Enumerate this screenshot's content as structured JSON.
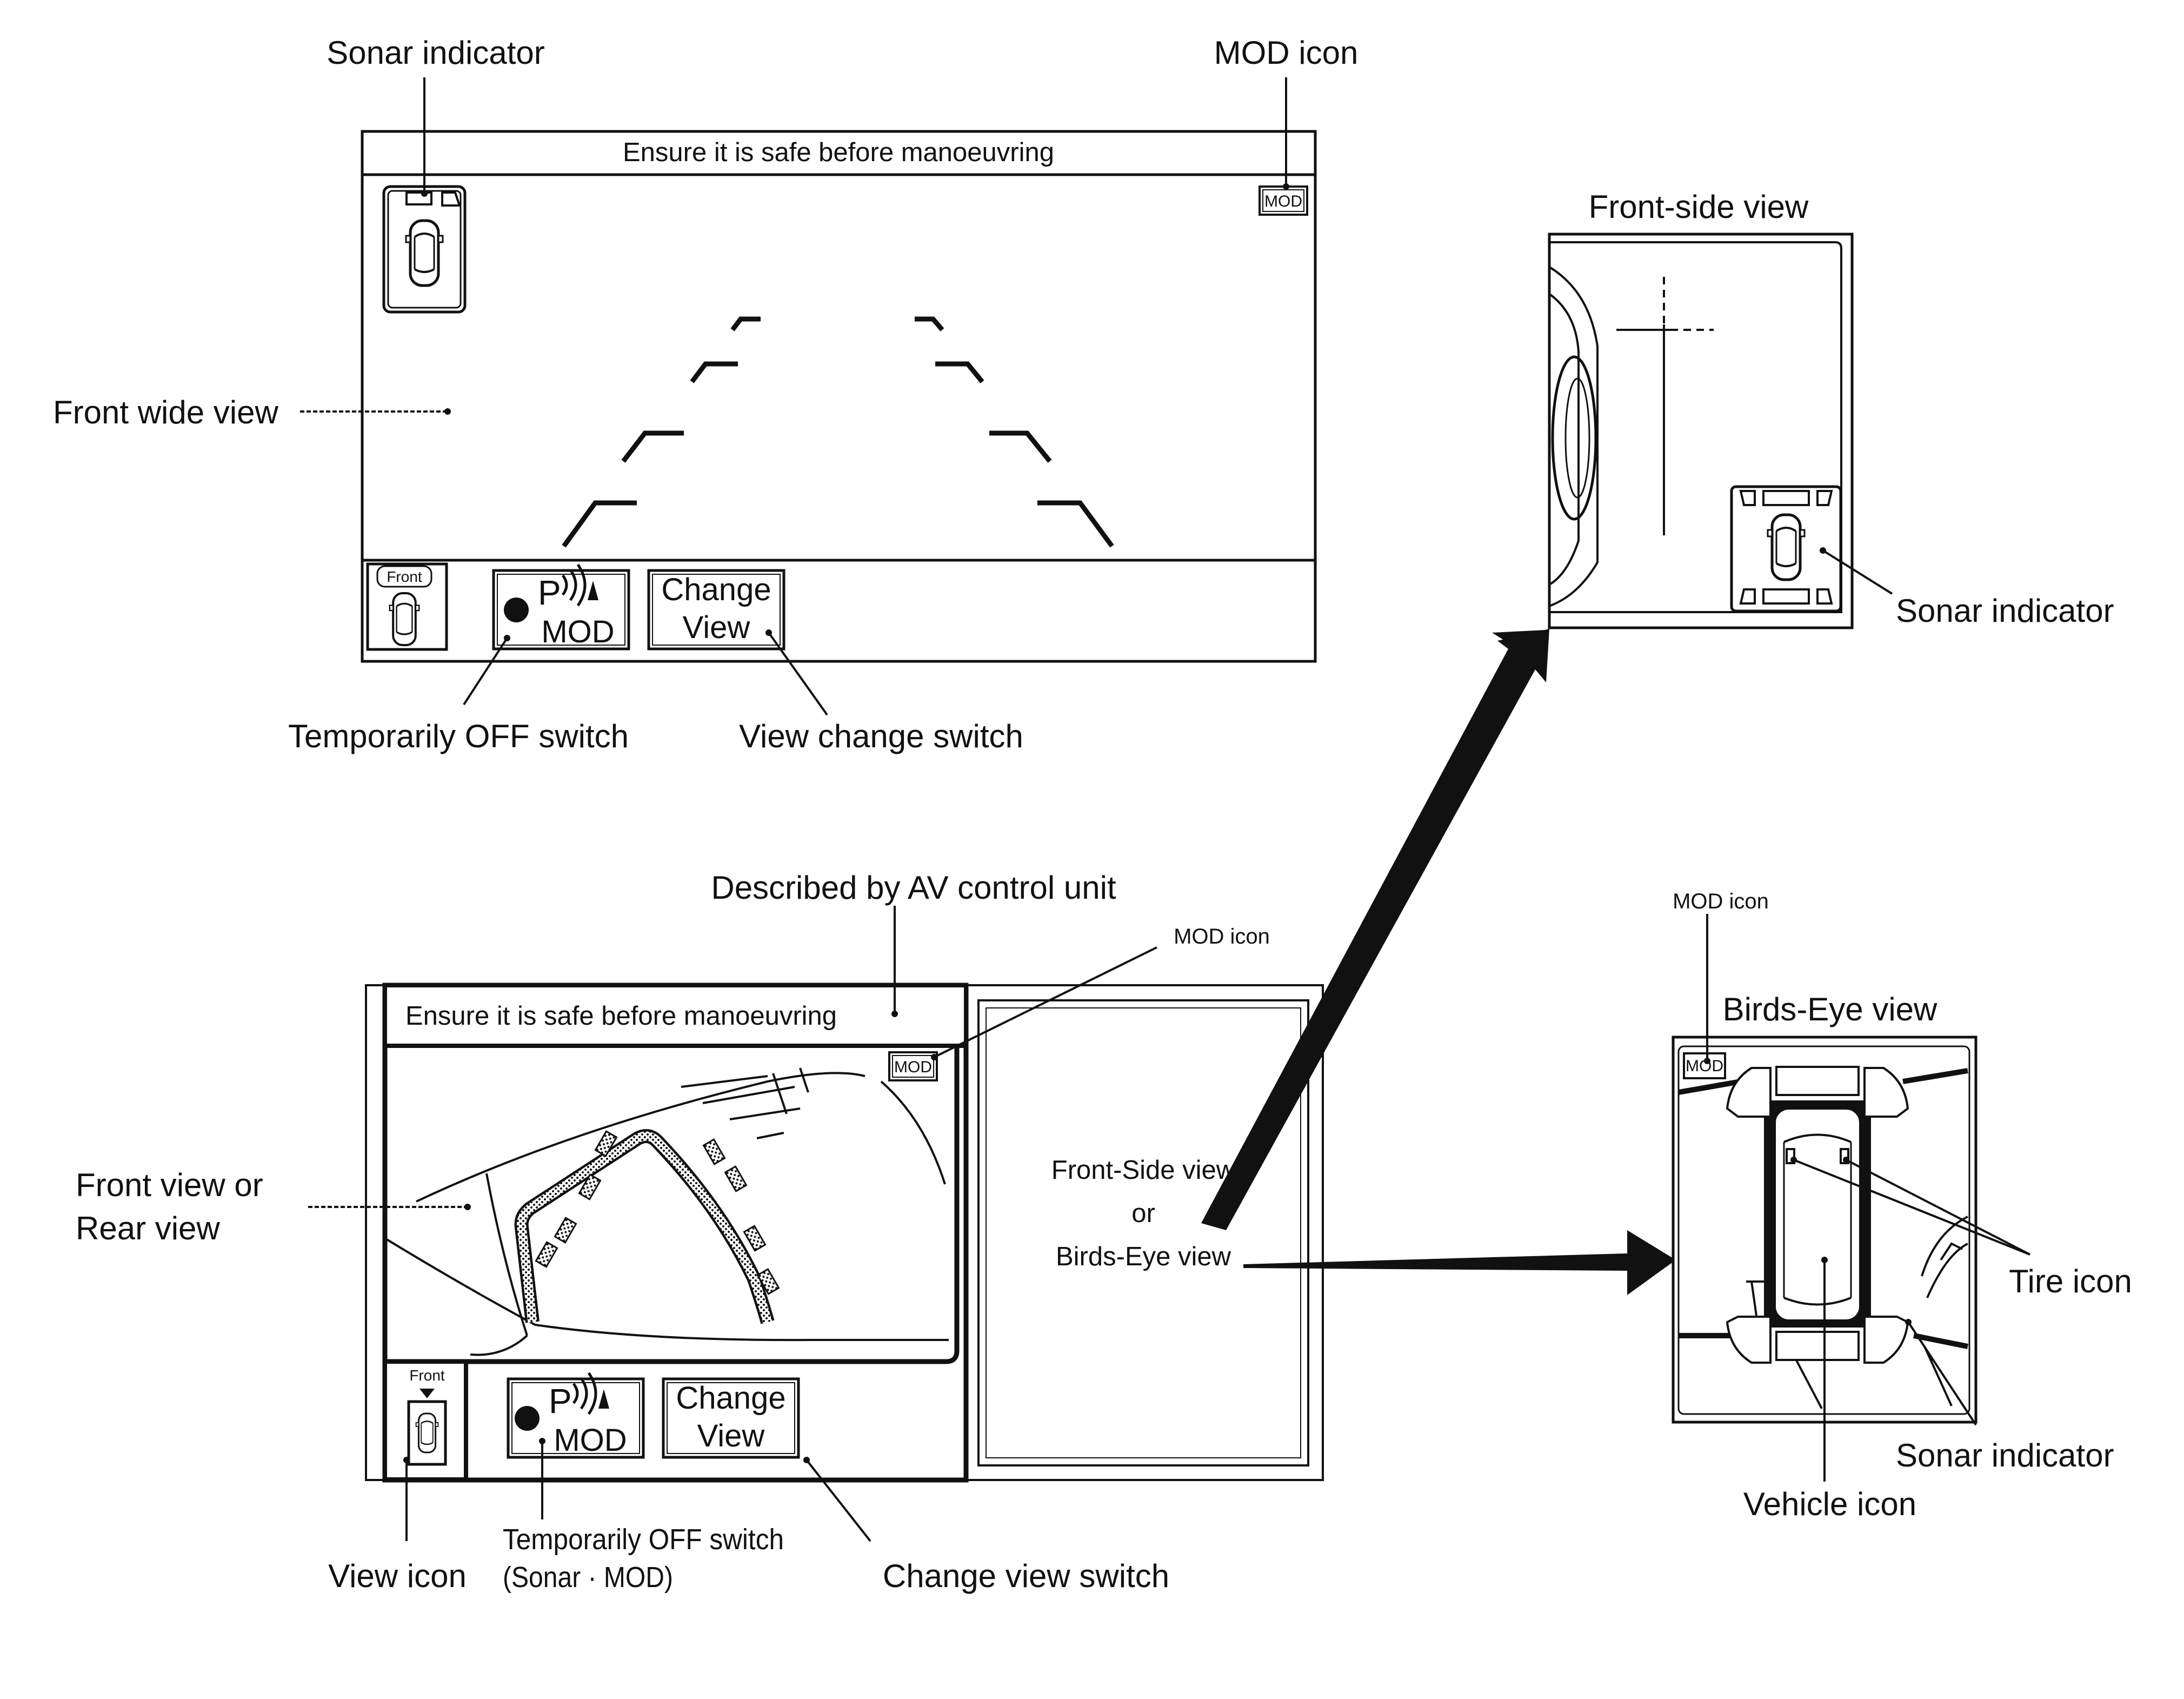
{
  "labels": {
    "sonar_indicator": "Sonar indicator",
    "mod_icon": "MOD icon",
    "front_wide_view": "Front wide view",
    "temporarily_off_switch": "Temporarily OFF switch",
    "view_change_switch": "View change switch",
    "front_side_view_title": "Front-side view",
    "described_by_av": "Described by AV control unit",
    "front_view_or": "Front view or",
    "rear_view": "Rear view",
    "front_side_option": "Front-Side view",
    "or": "or",
    "birds_eye_option": "Birds-Eye view",
    "birds_eye_title": "Birds-Eye view",
    "tire_icon": "Tire icon",
    "vehicle_icon": "Vehicle icon",
    "view_icon": "View icon",
    "temp_off_sonar_mod_1": "Temporarily OFF switch",
    "temp_off_sonar_mod_2": "(Sonar · MOD)",
    "change_view_switch": "Change view switch"
  },
  "screen": {
    "banner": "Ensure it is safe before manoeuvring",
    "mod_tag": "MOD",
    "front_tag": "Front",
    "p_glyph": "P",
    "mod_label": "MOD",
    "change_line1": "Change",
    "change_line2": "View"
  },
  "colors": {
    "ink": "#111111",
    "paper": "#ffffff"
  }
}
